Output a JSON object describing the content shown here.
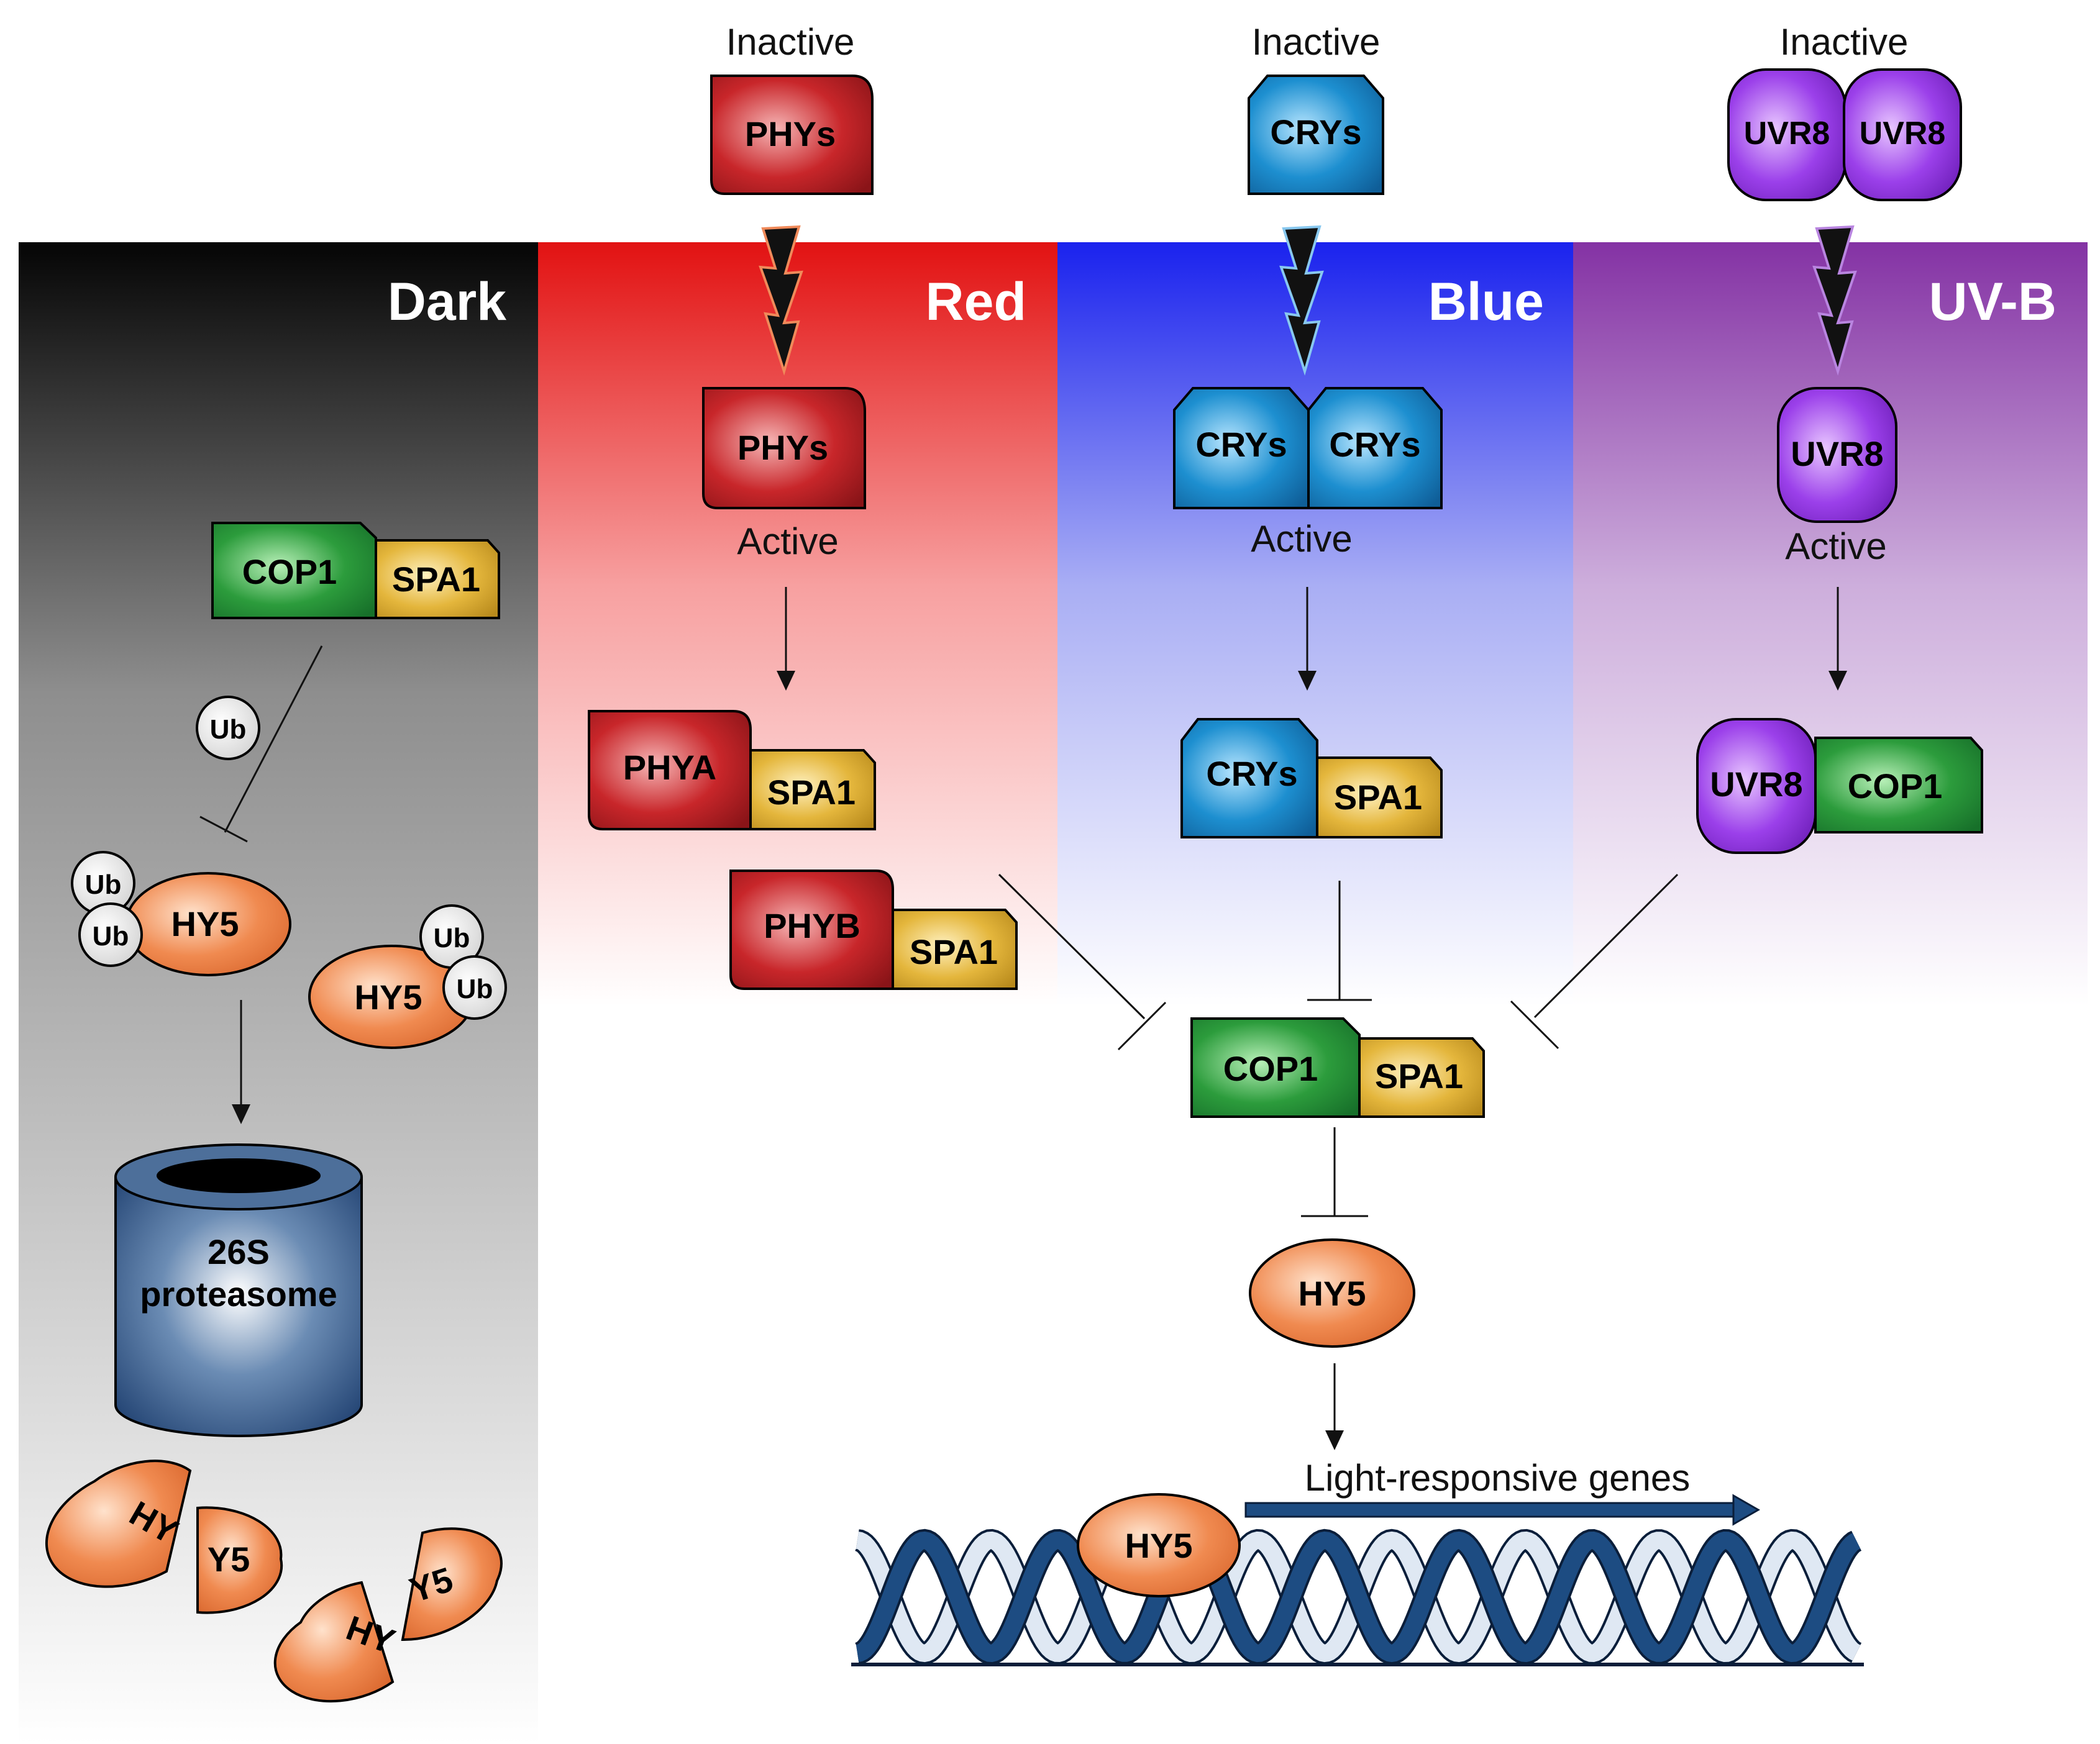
{
  "panels": {
    "dark": "Dark",
    "red": "Red",
    "blue": "Blue",
    "uvb": "UV-B"
  },
  "states": {
    "inactive": "Inactive",
    "active": "Active"
  },
  "proteins": {
    "phys": "PHYs",
    "crys": "CRYs",
    "uvr8": "UVR8",
    "cop1": "COP1",
    "spa1": "SPA1",
    "phya": "PHYA",
    "phyb": "PHYB",
    "hy5": "HY5",
    "ub": "Ub",
    "hy5_frag_left": "HY",
    "hy5_frag_right": "Y5",
    "hy5_frag_right2": "Y5"
  },
  "proteasome": {
    "line1": "26S",
    "line2": "proteasome"
  },
  "genes": {
    "label": "Light-responsive genes"
  },
  "colors": {
    "red_protein": "#c0262c",
    "blue_protein": "#1e88c8",
    "purple_protein": "#9a3ee8",
    "cop1_green": "#2a9a3a",
    "spa1_gold": "#e2b43a",
    "hy5_orange": "#ee7f45",
    "dna_blue": "#1d4c82",
    "red_band": "#e81818",
    "blue_band": "#1a2cf0",
    "uvb_band": "#8a3aa8"
  }
}
